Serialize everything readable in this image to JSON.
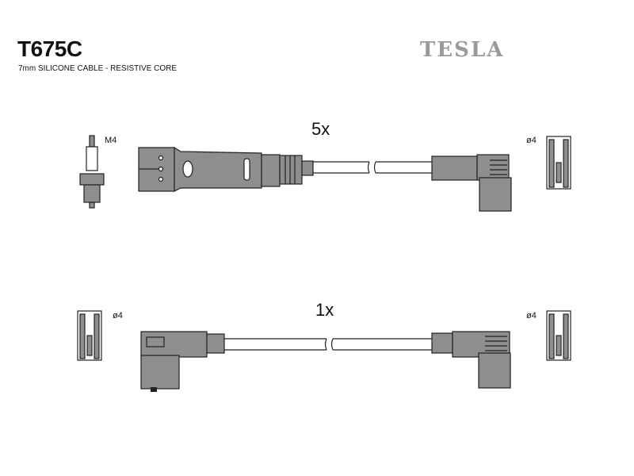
{
  "header": {
    "part_number": "T675C",
    "description": "7mm SILICONE CABLE - RESISTIVE CORE",
    "brand_logo": "TESLA"
  },
  "sets": [
    {
      "quantity": "5x",
      "plug_label": "M4",
      "terminal_label": "ø4"
    },
    {
      "quantity": "1x",
      "left_terminal_label": "ø4",
      "right_terminal_label": "ø4"
    }
  ]
}
